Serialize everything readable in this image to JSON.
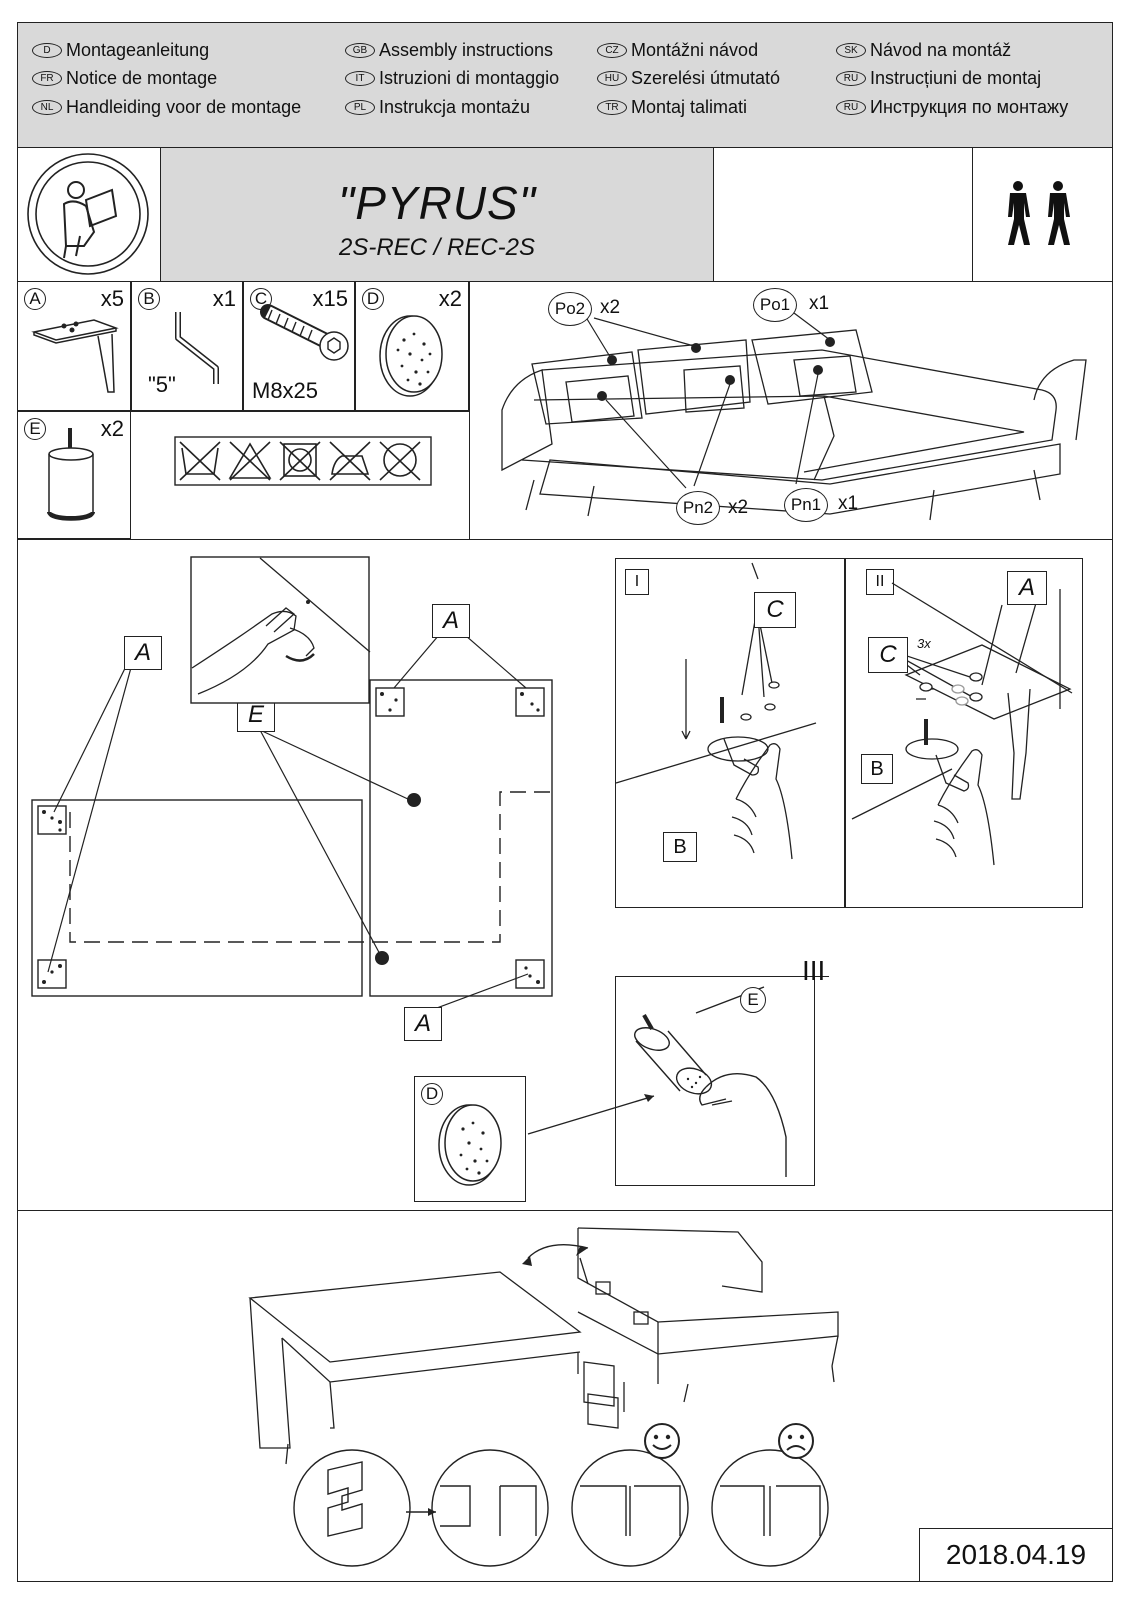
{
  "languages": [
    {
      "code": "D",
      "text": "Montageanleitung"
    },
    {
      "code": "FR",
      "text": "Notice de montage"
    },
    {
      "code": "NL",
      "text": "Handleiding voor de montage"
    },
    {
      "code": "GB",
      "text": "Assembly instructions"
    },
    {
      "code": "IT",
      "text": "Istruzioni di montaggio"
    },
    {
      "code": "PL",
      "text": "Instrukcja montażu"
    },
    {
      "code": "CZ",
      "text": "Montážni návod"
    },
    {
      "code": "HU",
      "text": "Szerelési útmutató"
    },
    {
      "code": "TR",
      "text": "Montaj talimati"
    },
    {
      "code": "SK",
      "text": "Návod na montáž"
    },
    {
      "code": "RU",
      "text": "Instrucțiuni de montaj"
    },
    {
      "code": "RU",
      "text": "Инструкция по монтажу"
    }
  ],
  "product": {
    "name": "\"PYRUS\"",
    "variant": "2S-REC / REC-2S"
  },
  "parts": [
    {
      "letter": "A",
      "qty": "x5"
    },
    {
      "letter": "B",
      "qty": "x1",
      "label": "\"5\""
    },
    {
      "letter": "C",
      "qty": "x15",
      "label": "M8x25"
    },
    {
      "letter": "D",
      "qty": "x2"
    },
    {
      "letter": "E",
      "qty": "x2"
    }
  ],
  "cushions": {
    "po2": "Po2",
    "po2_qty": "x2",
    "po1": "Po1",
    "po1_qty": "x1",
    "pn2": "Pn2",
    "pn2_qty": "x2",
    "pn1": "Pn1",
    "pn1_qty": "x1"
  },
  "step_labels": {
    "a": "A",
    "e": "E",
    "b": "B",
    "c": "C",
    "d": "D",
    "step1": "I",
    "step2": "II",
    "step3": "III",
    "times3": "3x"
  },
  "date": "2018.04.19"
}
